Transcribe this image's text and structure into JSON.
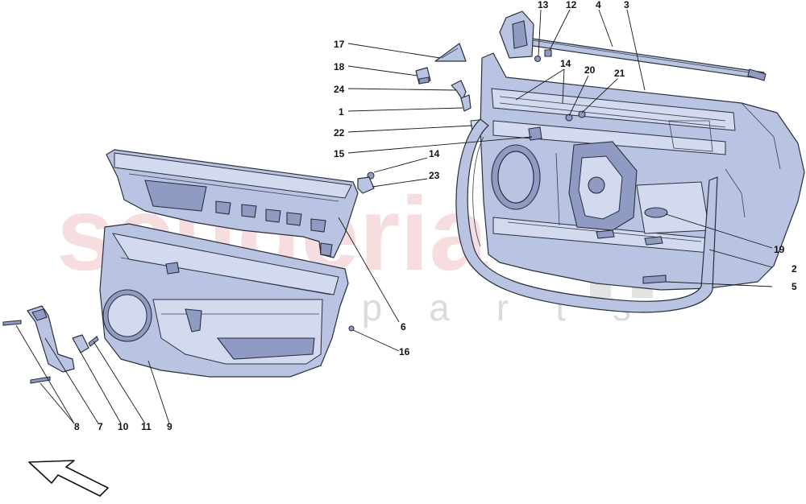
{
  "watermark": {
    "main_text": "scuderia",
    "sub_text": "car parts"
  },
  "callouts": [
    {
      "id": "c13",
      "label": "13"
    },
    {
      "id": "c12",
      "label": "12"
    },
    {
      "id": "c4",
      "label": "4"
    },
    {
      "id": "c3",
      "label": "3"
    },
    {
      "id": "c17",
      "label": "17"
    },
    {
      "id": "c18",
      "label": "18"
    },
    {
      "id": "c24",
      "label": "24"
    },
    {
      "id": "c1",
      "label": "1"
    },
    {
      "id": "c14a",
      "label": "14"
    },
    {
      "id": "c20",
      "label": "20"
    },
    {
      "id": "c21",
      "label": "21"
    },
    {
      "id": "c22",
      "label": "22"
    },
    {
      "id": "c15",
      "label": "15"
    },
    {
      "id": "c14b",
      "label": "14"
    },
    {
      "id": "c23",
      "label": "23"
    },
    {
      "id": "c19",
      "label": "19"
    },
    {
      "id": "c2",
      "label": "2"
    },
    {
      "id": "c5",
      "label": "5"
    },
    {
      "id": "c6",
      "label": "6"
    },
    {
      "id": "c16",
      "label": "16"
    },
    {
      "id": "c8",
      "label": "8"
    },
    {
      "id": "c7",
      "label": "7"
    },
    {
      "id": "c10",
      "label": "10"
    },
    {
      "id": "c11",
      "label": "11"
    },
    {
      "id": "c9",
      "label": "9"
    }
  ],
  "colors": {
    "part_fill": "#b9c4e3",
    "outline": "#2a2f3a",
    "watermark_red": "#e8a0a8"
  },
  "icons": {
    "orientation_arrow": "direction-arrow-icon"
  }
}
